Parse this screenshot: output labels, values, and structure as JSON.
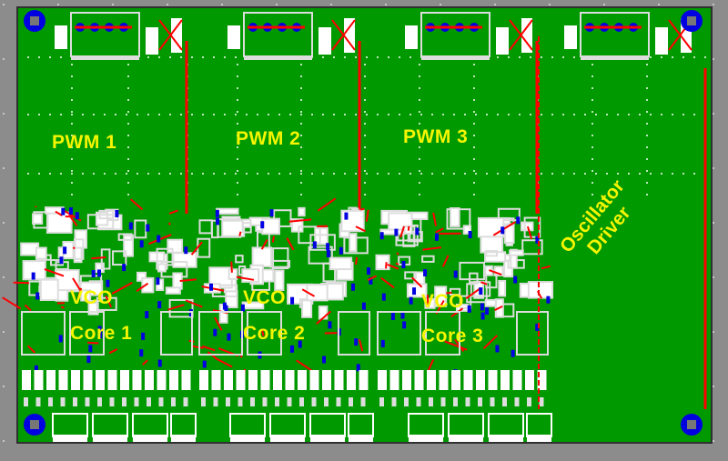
{
  "board": {
    "title": "PCB layout",
    "colors": {
      "background": "#8c8c8c",
      "board": "#009a00",
      "silk": "#ffffff",
      "top_copper": "#ff0000",
      "bottom_copper": "#0000ff",
      "label": "#f5f500"
    }
  },
  "sections": {
    "pwm": [
      "PWM 1",
      "PWM 2",
      "PWM 3"
    ],
    "vco": [
      {
        "line1": "VCO",
        "line2": "Core 1"
      },
      {
        "line1": "VCO",
        "line2": "Core 2"
      },
      {
        "line1": "VCO",
        "line2": "Core 3"
      }
    ],
    "oscillator": {
      "line1": "Oscillator",
      "line2": "Driver"
    }
  }
}
